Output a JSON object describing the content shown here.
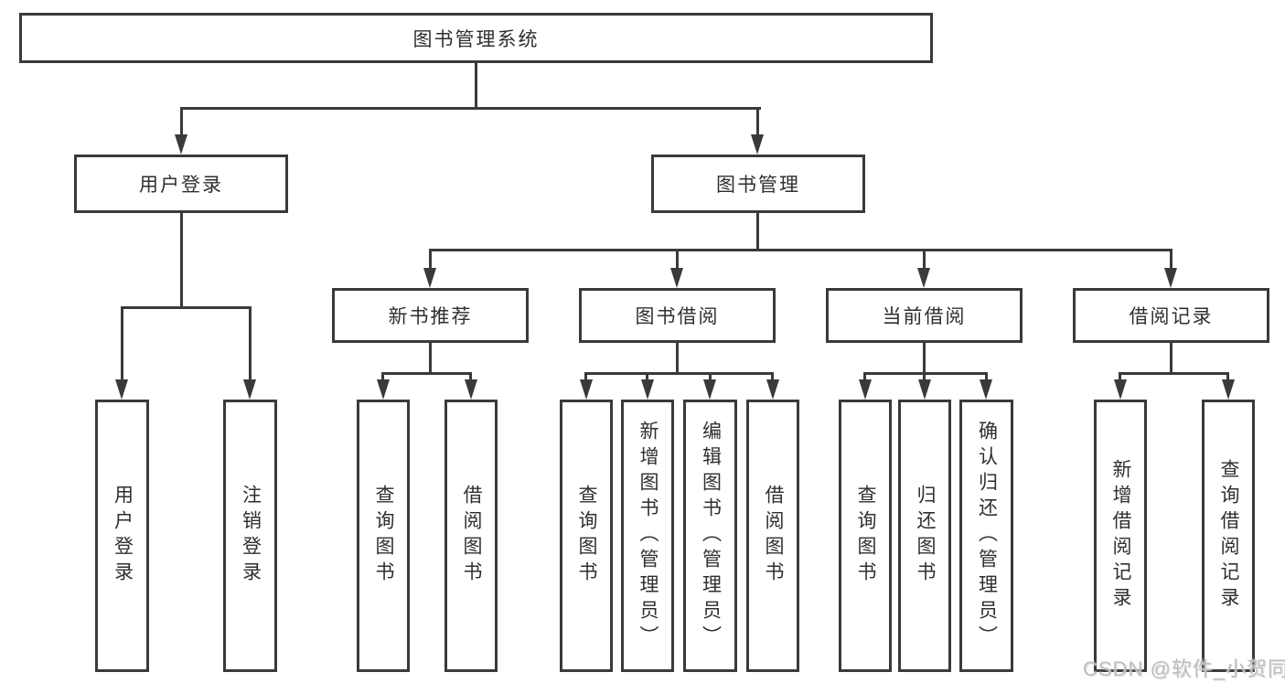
{
  "diagram": {
    "root": {
      "label": "图书管理系统"
    },
    "level2": [
      {
        "id": "user-login",
        "label": "用户登录"
      },
      {
        "id": "book-management",
        "label": "图书管理"
      }
    ],
    "level3": [
      {
        "id": "new-book-recommend",
        "label": "新书推荐"
      },
      {
        "id": "book-borrowing",
        "label": "图书借阅"
      },
      {
        "id": "current-borrowing",
        "label": "当前借阅"
      },
      {
        "id": "borrowing-records",
        "label": "借阅记录"
      }
    ],
    "leaves": {
      "user_login": [
        "用户登录",
        "注销登录"
      ],
      "new_book_recommend": [
        "查询图书",
        "借阅图书"
      ],
      "book_borrowing": [
        "查询图书",
        "新增图书（管理员）",
        "编辑图书（管理员）",
        "借阅图书"
      ],
      "current_borrowing": [
        "查询图书",
        "归还图书",
        "确认归还（管理员）"
      ],
      "borrowing_records": [
        "新增借阅记录",
        "查询借阅记录"
      ]
    }
  },
  "colors": {
    "line": "#3a3a3a",
    "box_background": "#ffffff",
    "text": "#2f2f2f",
    "watermark": "#bdbdbd"
  },
  "watermark": {
    "text": "CSDN @软件_小贺同学"
  }
}
